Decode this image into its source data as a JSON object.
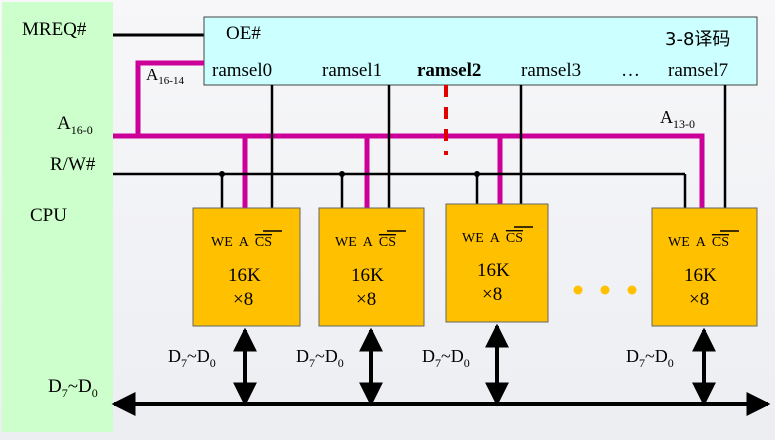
{
  "cpu": {
    "label": "CPU",
    "signals": {
      "mreq": "MREQ#",
      "addr_main": "A",
      "addr_main_sub": "16-0",
      "rw": "R/W#",
      "data": "D",
      "data_sub1": "7",
      "data_mid": "~D",
      "data_sub2": "0"
    }
  },
  "decoder": {
    "oe": "OE#",
    "title": "3-8译码",
    "outputs": [
      "ramsel0",
      "ramsel1",
      "ramsel2",
      "ramsel3",
      "…",
      "ramsel7"
    ],
    "highlight_output": "ramsel2",
    "input_label": "A",
    "input_sub": "16-14"
  },
  "address_low": {
    "label": "A",
    "sub": "13-0"
  },
  "chips": [
    {
      "we": "WE",
      "a": "A",
      "cs": "CS",
      "cap": "16K",
      "width": "×8",
      "bus": "D",
      "bus_sub1": "7",
      "bus_mid": "~D",
      "bus_sub2": "0"
    },
    {
      "we": "WE",
      "a": "A",
      "cs": "CS",
      "cap": "16K",
      "width": "×8",
      "bus": "D",
      "bus_sub1": "7",
      "bus_mid": "~D",
      "bus_sub2": "0"
    },
    {
      "we": "WE",
      "a": "A",
      "cs": "CS",
      "cap": "16K",
      "width": "×8",
      "bus": "D",
      "bus_sub1": "7",
      "bus_mid": "~D",
      "bus_sub2": "0"
    },
    {
      "we": "WE",
      "a": "A",
      "cs": "CS",
      "cap": "16K",
      "width": "×8",
      "bus": "D",
      "bus_sub1": "7",
      "bus_mid": "~D",
      "bus_sub2": "0"
    }
  ],
  "colors": {
    "cpu_fill": "#ccffcc",
    "decoder_fill": "#ccffff",
    "chip_fill": "#ffc000",
    "bus": "#cc0099",
    "highlight": "#e00000",
    "dots": "#ffc000"
  }
}
